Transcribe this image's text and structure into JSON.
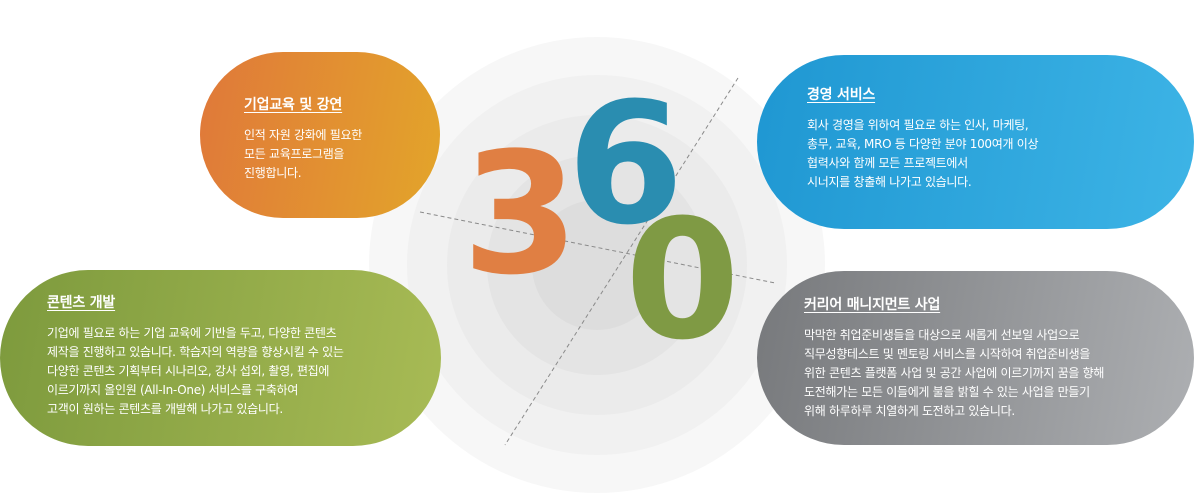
{
  "center": {
    "digit_1": "3",
    "digit_2": "6",
    "digit_3": "0"
  },
  "colors": {
    "orange": "#e0783a",
    "blue": "#1f97d2",
    "green": "#7d9a3d",
    "gray": "#8d8f92",
    "digit_3": "#e07f43",
    "digit_6": "#2a8db0",
    "digit_0": "#7f9a44"
  },
  "cards": {
    "corporate_education": {
      "title": "기업교육 및 강연",
      "body": "인적 자원 강화에 필요한\n모든 교육프로그램을\n진행합니다."
    },
    "management_service": {
      "title": "경영 서비스",
      "body": "회사 경영을 위하여 필요로 하는 인사, 마케팅,\n총무, 교육, MRO 등 다양한 분야 100여개 이상\n협력사와 함께 모든 프로젝트에서\n시너지를 창출해 나가고 있습니다."
    },
    "content_development": {
      "title": "콘텐츠 개발",
      "body": "기업에 필요로 하는 기업 교육에 기반을 두고, 다양한 콘텐츠\n제작을 진행하고 있습니다. 학습자의 역량을 향상시킬 수 있는\n다양한 콘텐츠 기획부터 시나리오, 강사 섭외, 촬영, 편집에\n이르기까지 올인원 (All-In-One) 서비스를 구축하여\n고객이 원하는 콘텐츠를 개발해 나가고 있습니다."
    },
    "career_management": {
      "title": "커리어 매니지먼트 사업",
      "body": "막막한 취업준비생들을 대상으로 새롭게 선보일 사업으로\n직무성향테스트 및 멘토링 서비스를 시작하여 취업준비생을\n위한 콘텐츠 플랫폼 사업 및 공간 사업에 이르기까지 꿈을 향해\n도전해가는 모든 이들에게 불을 밝힐 수 있는 사업을 만들기\n위해 하루하루 치열하게 도전하고 있습니다."
    }
  }
}
